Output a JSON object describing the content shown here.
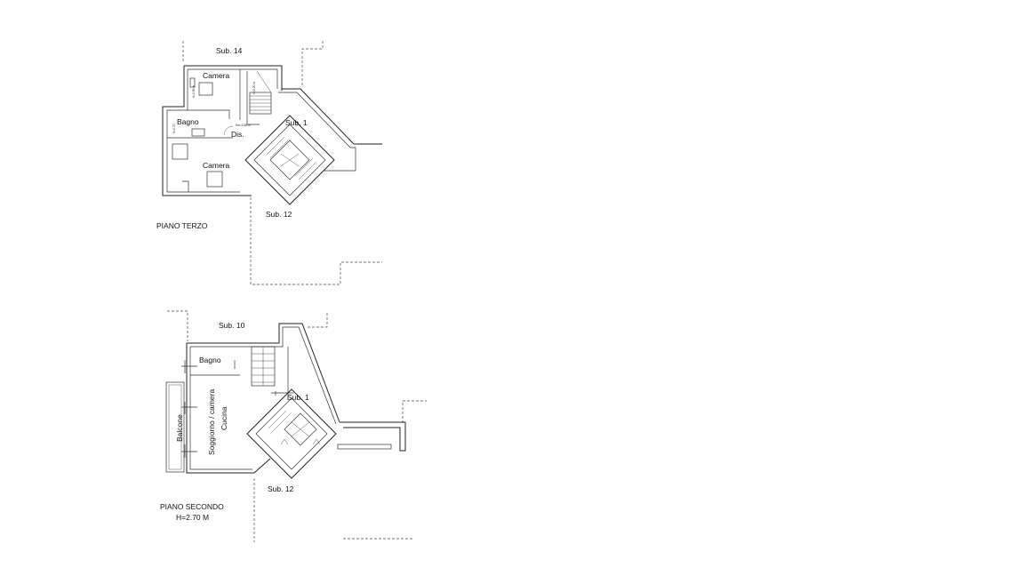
{
  "plans": {
    "upper": {
      "floor_label": "PIANO TERZO",
      "rooms": {
        "camera_top": "Camera",
        "bagno": "Bagno",
        "dis": "Dis.",
        "camera_bottom": "Camera"
      },
      "neighbors": {
        "north": "Sub. 14",
        "east": "Sub. 1",
        "south": "Sub. 12"
      },
      "heights": {
        "camera_h": "H=2.85 m",
        "stair_h": "H=2.20 m",
        "bagno_h": "H=2.70",
        "dis_h": "Hm=2.56 m"
      }
    },
    "lower": {
      "floor_label": "PIANO SECONDO",
      "height_label": "H=2.70 M",
      "rooms": {
        "bagno": "Bagno",
        "soggiorno": "Soggiorno / camera",
        "cucina": "Cucina",
        "balcone": "Balcone"
      },
      "neighbors": {
        "north": "Sub. 10",
        "east": "Sub. 1",
        "south": "Sub. 12"
      }
    }
  }
}
